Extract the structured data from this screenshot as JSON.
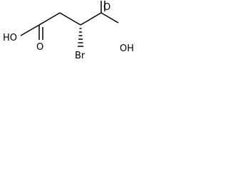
{
  "molecule": {
    "atoms": {
      "ho_left": "HO",
      "o_left": "O",
      "o_right": "O",
      "oh_right": "OH",
      "br": "Br"
    }
  }
}
